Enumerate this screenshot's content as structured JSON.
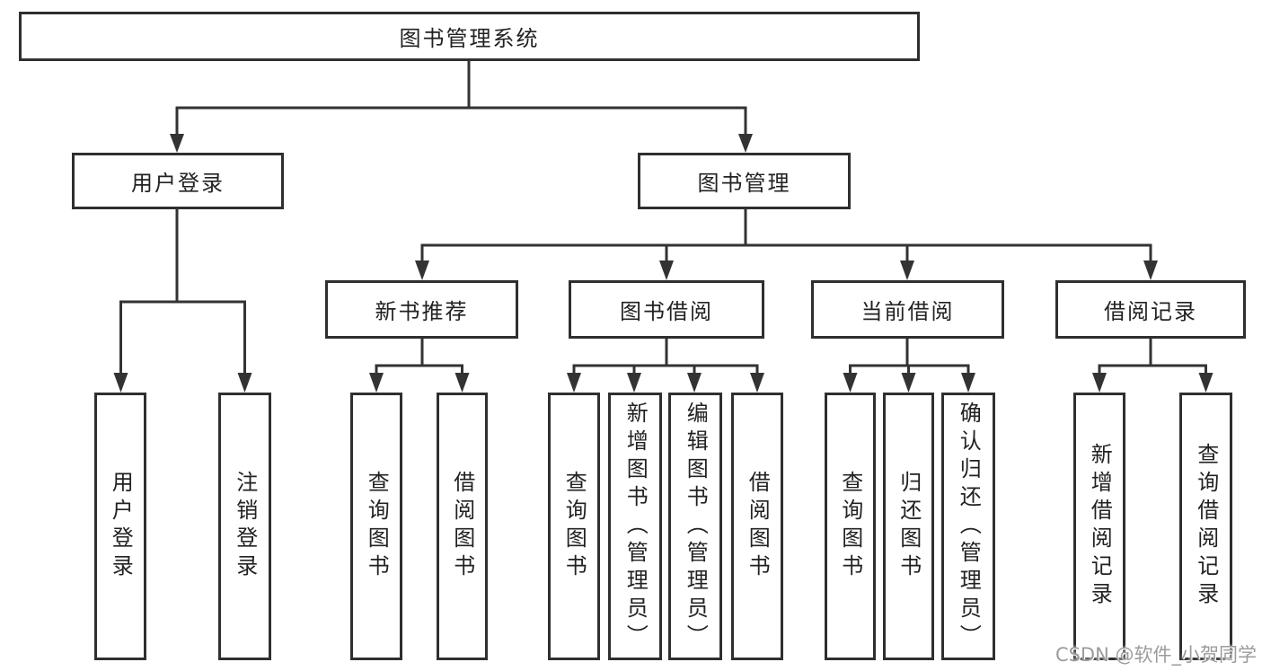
{
  "colors": {
    "line": "#333333",
    "border": "#2f2f2f",
    "text": "#222222",
    "background": "#ffffff",
    "watermark": "#9c9c9c"
  },
  "watermark": {
    "text": "CSDN @软件_小贺同学"
  },
  "tree": {
    "root": {
      "label": "图书管理系统"
    },
    "branches": [
      {
        "label": "用户登录",
        "children": [
          {
            "label": "用户登录"
          },
          {
            "label": "注销登录"
          }
        ]
      },
      {
        "label": "图书管理",
        "children": [
          {
            "label": "新书推荐",
            "children": [
              {
                "label": "查询图书"
              },
              {
                "label": "借阅图书"
              }
            ]
          },
          {
            "label": "图书借阅",
            "children": [
              {
                "label": "查询图书"
              },
              {
                "label": "新增图书（管理员）"
              },
              {
                "label": "编辑图书（管理员）"
              },
              {
                "label": "借阅图书"
              }
            ]
          },
          {
            "label": "当前借阅",
            "children": [
              {
                "label": "查询图书"
              },
              {
                "label": "归还图书"
              },
              {
                "label": "确认归还（管理员）"
              }
            ]
          },
          {
            "label": "借阅记录",
            "children": [
              {
                "label": "新增借阅记录"
              },
              {
                "label": "查询借阅记录"
              }
            ]
          }
        ]
      }
    ]
  }
}
